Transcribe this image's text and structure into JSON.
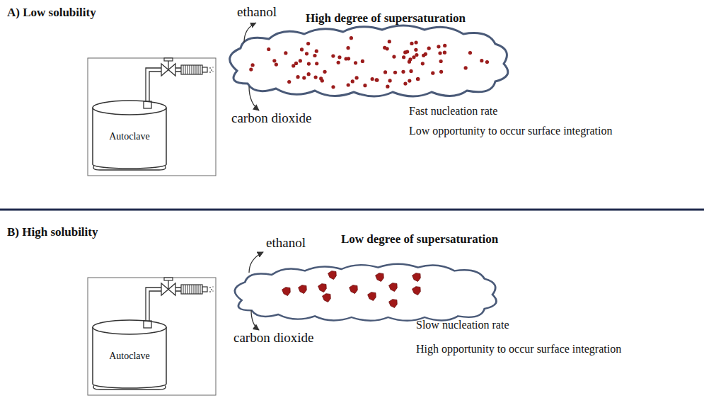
{
  "diagram": {
    "nodes": [
      {
        "text": [
          "Autoclave"
        ]
      },
      {
        "text": [
          "Autoclave"
        ]
      }
    ],
    "labels": [
      "A) Low solubility",
      "ethanol",
      "High degree of supersaturation",
      "carbon dioxide",
      "Fast nucleation rate",
      "Low opportunity to occur surface integration",
      "B) High solubility",
      "ethanol",
      "Low degree of supersaturation",
      "carbon dioxide",
      "Slow nucleation rate",
      "High opportunity to occur surface integration"
    ]
  }
}
